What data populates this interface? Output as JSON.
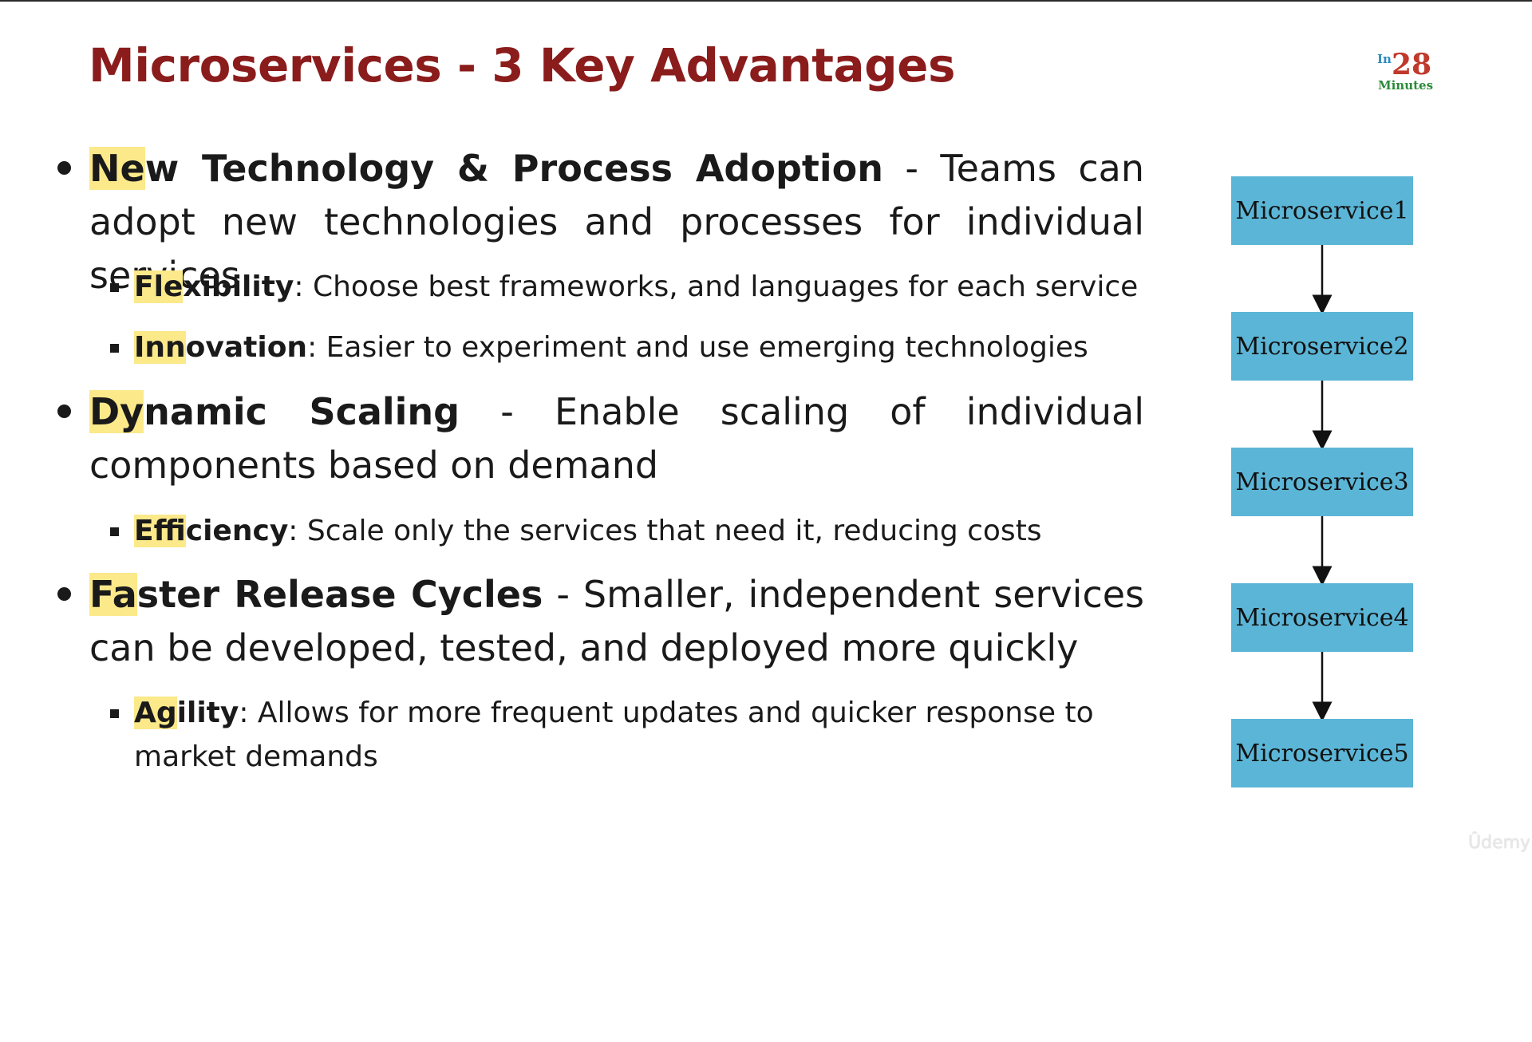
{
  "slide": {
    "title": "Microservices - 3 Key Advantages",
    "logo": {
      "prefix": "In",
      "number": "28",
      "suffix": "Minutes"
    },
    "points": [
      {
        "highlight": "Ne",
        "heading_rest": "w Technology & Process Adoption",
        "text": " - Teams can adopt new technologies and processes for individual services",
        "subpoints": [
          {
            "highlight": "Fle",
            "heading_rest": "xibility",
            "text": ": Choose best frameworks, and languages for each service"
          },
          {
            "highlight": "Inn",
            "heading_rest": "ovation",
            "text": ": Easier to experiment and use emerging technologies"
          }
        ]
      },
      {
        "highlight": "Dy",
        "heading_rest": "namic Scaling",
        "text": " - Enable scaling of individual components based on demand",
        "subpoints": [
          {
            "highlight": "Eff",
            "heading_rest": "iciency",
            "text": ": Scale only the services that need it, reducing costs"
          }
        ]
      },
      {
        "highlight": "Fa",
        "heading_rest": "ster Release Cycles",
        "text": " - Smaller, independent services can be developed, tested, and deployed more quickly",
        "subpoints": [
          {
            "highlight": "Ag",
            "heading_rest": "ility",
            "text": ": Allows for more frequent updates and quicker response to market demands"
          }
        ]
      }
    ],
    "diagram_nodes": [
      "Microservice1",
      "Microservice2",
      "Microservice3",
      "Microservice4",
      "Microservice5"
    ],
    "watermark": "Ûdemy"
  }
}
